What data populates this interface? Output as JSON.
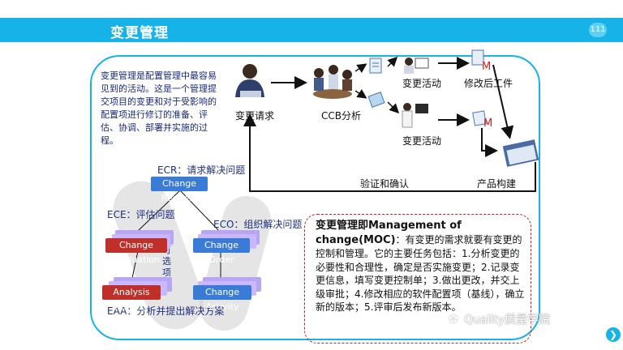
{
  "header": {
    "title": "变更管理",
    "page_number": "111"
  },
  "intro": "变更管理是配置管理中最容易见到的活动。这是一个管理提交项目的变更和对于受影响的配置项进行修订的准备、评估、协调、部署并实施的过程。",
  "flow": {
    "change_request": "变更请求",
    "ccb": "CCB分析",
    "activity_top": "变更活动",
    "activity_bottom": "变更活动",
    "modified_artifacts": "修改后工件",
    "product_build": "产品构建",
    "verify": "验证和确认"
  },
  "tree": {
    "ecr": "ECR：请求解决问题",
    "ece": "ECE：评估问题",
    "eco": "ECO：组织解决问题",
    "eaa": "EAA：分析并提出解决方案",
    "choice": "可选项",
    "change_request": "Change Request",
    "change_evaluation": "Change Evaluation",
    "change_order": "Change Order",
    "analysis_activity": "Analysis Activity",
    "change_activity": "Change Activity"
  },
  "moc": {
    "title": "变更管理即Management of change(MOC)",
    "body": "：有变更的需求就要有变更的控制和管理。它的主要任务包括：1.分析变更的必要性和合理性，确定是否实施变更；2.记录变更信息，填写变更控制单；3.做出更改，并交上级审批；4.修改相应的软件配置项（基线），确立新的版本；5.评审后发布新版本。"
  },
  "watermark": "Quality质量学院",
  "colors": {
    "accent": "#17b2e8",
    "box_blue": "#3a7bd5",
    "box_red": "#c0302a",
    "dashed": "#c0202a"
  }
}
